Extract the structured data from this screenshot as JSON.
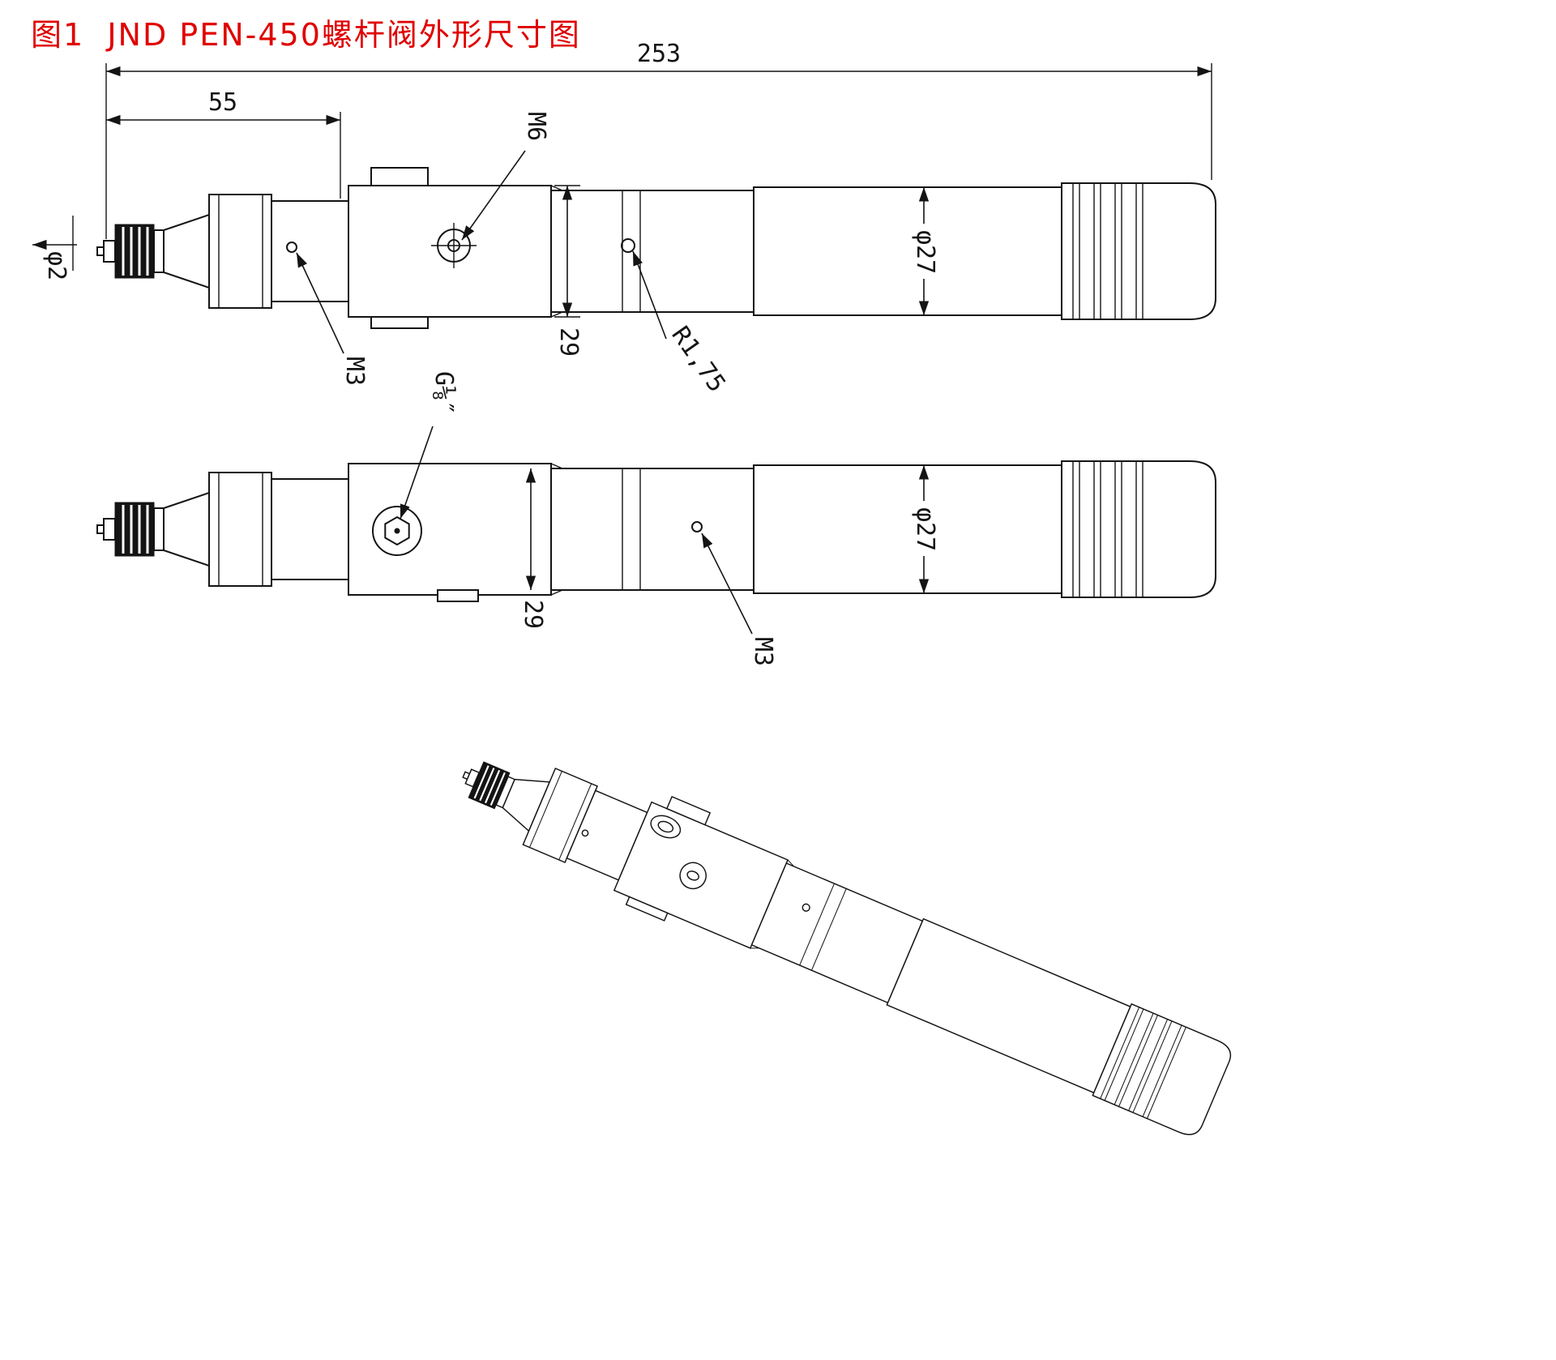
{
  "title": "图1  JND PEN-450螺杆阀外形尺寸图",
  "top_view": {
    "overall_length": "253",
    "head_length": "55",
    "nozzle_diameter": "φ2",
    "dispense_thread": "M6",
    "set_screw": "M3",
    "body_height": "29",
    "radius": "R1,75",
    "barrel_diameter": "φ27"
  },
  "side_view": {
    "inlet_thread": "G⅛″",
    "body_height": "29",
    "set_screw": "M3",
    "barrel_diameter": "φ27"
  }
}
